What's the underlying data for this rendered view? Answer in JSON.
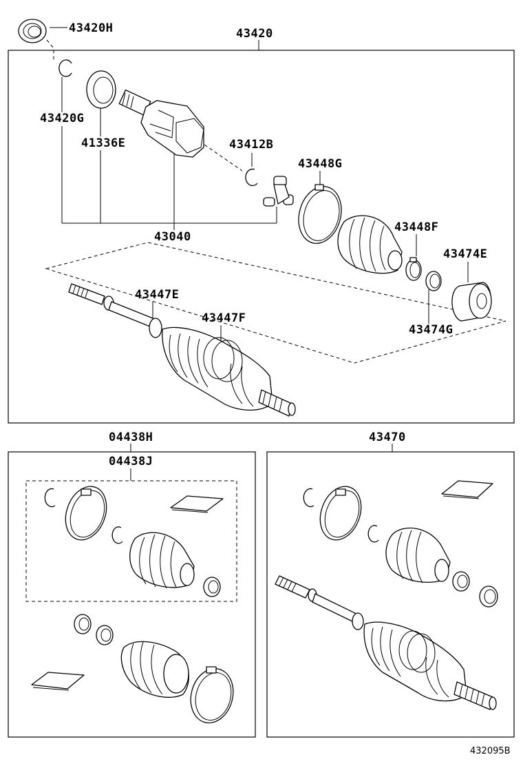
{
  "drawing_ref": "432095B",
  "labels": {
    "p43420H": "43420H",
    "p43420": "43420",
    "p43420G": "43420G",
    "p41336E": "41336E",
    "p43412B": "43412B",
    "p43448G": "43448G",
    "p43040": "43040",
    "p43448F": "43448F",
    "p43474E": "43474E",
    "p43447E": "43447E",
    "p43447F": "43447F",
    "p43474G": "43474G",
    "p04438H": "04438H",
    "p04438J": "04438J",
    "p43470": "43470"
  }
}
